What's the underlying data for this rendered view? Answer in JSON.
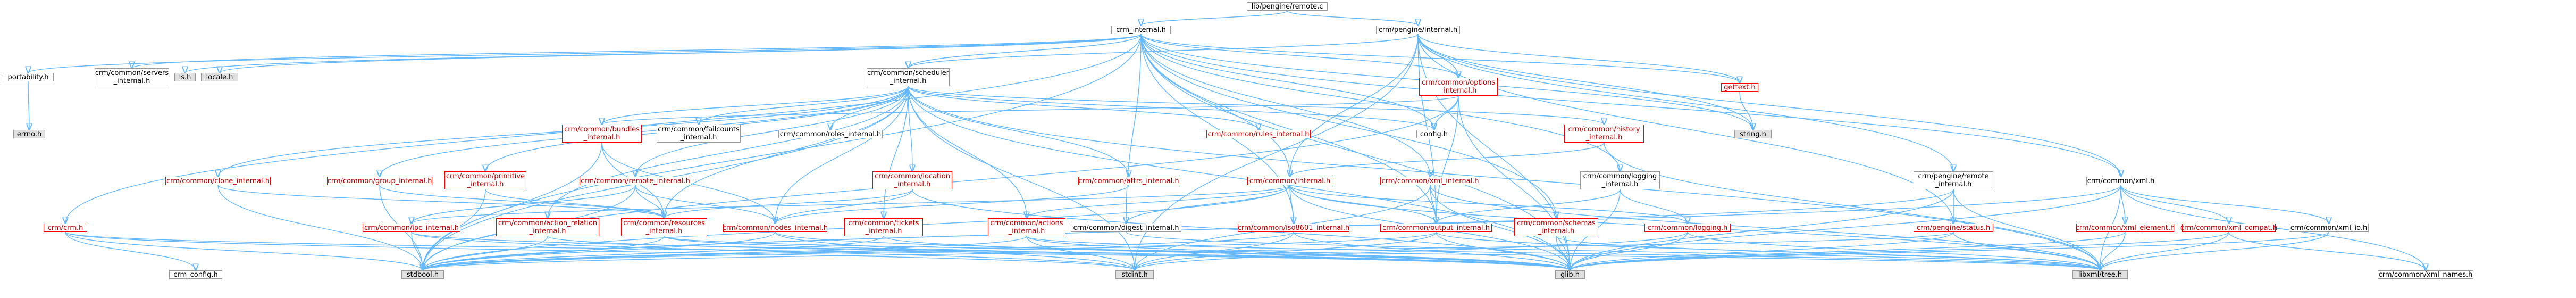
{
  "diagram": {
    "edge_color": "#63b8ff",
    "nodes": {
      "root": {
        "label": "lib/pengine/remote.c",
        "style": "root"
      },
      "crm_internal": {
        "label": "crm_internal.h",
        "style": "normal"
      },
      "pengine_internal": {
        "label": "crm/pengine/internal.h",
        "style": "normal"
      },
      "portability": {
        "label": "portability.h",
        "style": "normal"
      },
      "serverrors": {
        "label": "crm/common/servers\n_internal.h",
        "style": "red"
      },
      "ls": {
        "label": "ls.h",
        "style": "gray"
      },
      "locale": {
        "label": "locale.h",
        "style": "gray"
      },
      "scheduler_internal": {
        "label": "crm/common/scheduler\n_internal.h",
        "style": "normal"
      },
      "options_internal": {
        "label": "crm/common/options\n_internal.h",
        "style": "red"
      },
      "gettext": {
        "label": "gettext.h",
        "style": "red"
      },
      "string": {
        "label": "string.h",
        "style": "gray"
      },
      "errno": {
        "label": "errno.h",
        "style": "gray"
      },
      "bundles_internal": {
        "label": "crm/common/bundles\n_internal.h",
        "style": "red"
      },
      "failcounts_internal": {
        "label": "crm/common/failcounts\n_internal.h",
        "style": "normal"
      },
      "roles_internal": {
        "label": "crm/common/roles_internal.h",
        "style": "normal"
      },
      "rules_internal": {
        "label": "crm/common/rules_internal.h",
        "style": "red"
      },
      "config": {
        "label": "config.h",
        "style": "normal"
      },
      "history_internal": {
        "label": "crm/common/history\n_internal.h",
        "style": "red"
      },
      "primitive_internal": {
        "label": "crm/common/primitive\n_internal.h",
        "style": "red"
      },
      "clone_internal": {
        "label": "crm/common/clone_internal.h",
        "style": "red"
      },
      "group_internal": {
        "label": "crm/common/group_internal.h",
        "style": "red"
      },
      "remote_internal": {
        "label": "crm/common/remote_internal.h",
        "style": "red"
      },
      "location_internal": {
        "label": "crm/common/location\n_internal.h",
        "style": "red"
      },
      "attrs_internal": {
        "label": "crm/common/attrs_internal.h",
        "style": "red"
      },
      "common_internal": {
        "label": "crm/common/internal.h",
        "style": "red"
      },
      "xml_internal": {
        "label": "crm/common/xml_internal.h",
        "style": "red"
      },
      "logging_internal": {
        "label": "crm/common/logging\n_internal.h",
        "style": "normal"
      },
      "remote_internal_pe": {
        "label": "crm/pengine/remote\n_internal.h",
        "style": "normal"
      },
      "xml": {
        "label": "crm/common/xml.h",
        "style": "normal"
      },
      "crm_h": {
        "label": "crm/crm.h",
        "style": "red"
      },
      "ipc_internal": {
        "label": "crm/common/ipc_internal.h",
        "style": "red"
      },
      "action_relation": {
        "label": "crm/common/action_relation\n_internal.h",
        "style": "red"
      },
      "resources_internal": {
        "label": "crm/common/resources\n_internal.h",
        "style": "red"
      },
      "nodes_internal": {
        "label": "crm/common/nodes_internal.h",
        "style": "red"
      },
      "tickets_internal": {
        "label": "crm/common/tickets\n_internal.h",
        "style": "red"
      },
      "actions_internal": {
        "label": "crm/common/actions\n_internal.h",
        "style": "red"
      },
      "digest_internal": {
        "label": "crm/common/digest_internal.h",
        "style": "normal"
      },
      "iso8601_internal": {
        "label": "crm/common/iso8601_internal.h",
        "style": "red"
      },
      "output_internal": {
        "label": "crm/common/output_internal.h",
        "style": "red"
      },
      "schemas_internal": {
        "label": "crm/common/schemas\n_internal.h",
        "style": "red"
      },
      "logging": {
        "label": "crm/common/logging.h",
        "style": "red"
      },
      "status": {
        "label": "crm/pengine/status.h",
        "style": "red"
      },
      "xml_element": {
        "label": "crm/common/xml_element.h",
        "style": "red"
      },
      "xml_compat": {
        "label": "crm/common/xml_compat.h",
        "style": "red"
      },
      "xml_io": {
        "label": "crm/common/xml_io.h",
        "style": "normal"
      },
      "crm_config": {
        "label": "crm_config.h",
        "style": "normal"
      },
      "stdbool": {
        "label": "stdbool.h",
        "style": "gray"
      },
      "stdint": {
        "label": "stdint.h",
        "style": "gray"
      },
      "glib": {
        "label": "glib.h",
        "style": "gray"
      },
      "libxml_tree": {
        "label": "libxml/tree.h",
        "style": "gray"
      },
      "xml_names": {
        "label": "crm/common/xml_names.h",
        "style": "normal"
      }
    },
    "edges": [
      [
        "root",
        "crm_internal"
      ],
      [
        "root",
        "pengine_internal"
      ],
      [
        "crm_internal",
        "portability"
      ],
      [
        "crm_internal",
        "serverrors"
      ],
      [
        "crm_internal",
        "ls"
      ],
      [
        "crm_internal",
        "locale"
      ],
      [
        "crm_internal",
        "scheduler_internal"
      ],
      [
        "crm_internal",
        "options_internal"
      ],
      [
        "crm_internal",
        "gettext"
      ],
      [
        "crm_internal",
        "string"
      ],
      [
        "crm_internal",
        "crm_h"
      ],
      [
        "crm_internal",
        "common_internal"
      ],
      [
        "crm_internal",
        "xml"
      ],
      [
        "crm_internal",
        "stdbool"
      ],
      [
        "crm_internal",
        "glib"
      ],
      [
        "crm_internal",
        "config"
      ],
      [
        "crm_internal",
        "logging_internal"
      ],
      [
        "crm_internal",
        "xml_internal"
      ],
      [
        "crm_internal",
        "digest_internal"
      ],
      [
        "crm_internal",
        "iso8601_internal"
      ],
      [
        "crm_internal",
        "output_internal"
      ],
      [
        "crm_internal",
        "schemas_internal"
      ],
      [
        "pengine_internal",
        "scheduler_internal"
      ],
      [
        "pengine_internal",
        "options_internal"
      ],
      [
        "pengine_internal",
        "gettext"
      ],
      [
        "pengine_internal",
        "string"
      ],
      [
        "pengine_internal",
        "xml"
      ],
      [
        "pengine_internal",
        "remote_internal_pe"
      ],
      [
        "pengine_internal",
        "status"
      ],
      [
        "pengine_internal",
        "common_internal"
      ],
      [
        "pengine_internal",
        "glib"
      ],
      [
        "pengine_internal",
        "stdint"
      ],
      [
        "pengine_internal",
        "output_internal"
      ],
      [
        "portability",
        "errno"
      ],
      [
        "scheduler_internal",
        "bundles_internal"
      ],
      [
        "scheduler_internal",
        "failcounts_internal"
      ],
      [
        "scheduler_internal",
        "roles_internal"
      ],
      [
        "scheduler_internal",
        "rules_internal"
      ],
      [
        "scheduler_internal",
        "config"
      ],
      [
        "scheduler_internal",
        "history_internal"
      ],
      [
        "scheduler_internal",
        "primitive_internal"
      ],
      [
        "scheduler_internal",
        "clone_internal"
      ],
      [
        "scheduler_internal",
        "group_internal"
      ],
      [
        "scheduler_internal",
        "remote_internal"
      ],
      [
        "scheduler_internal",
        "location_internal"
      ],
      [
        "scheduler_internal",
        "attrs_internal"
      ],
      [
        "scheduler_internal",
        "action_relation"
      ],
      [
        "scheduler_internal",
        "resources_internal"
      ],
      [
        "scheduler_internal",
        "nodes_internal"
      ],
      [
        "scheduler_internal",
        "tickets_internal"
      ],
      [
        "scheduler_internal",
        "actions_internal"
      ],
      [
        "scheduler_internal",
        "stdbool"
      ],
      [
        "scheduler_internal",
        "glib"
      ],
      [
        "scheduler_internal",
        "libxml_tree"
      ],
      [
        "scheduler_internal",
        "stdint"
      ],
      [
        "options_internal",
        "config"
      ],
      [
        "options_internal",
        "bundles_internal"
      ],
      [
        "options_internal",
        "glib"
      ],
      [
        "options_internal",
        "stdbool"
      ],
      [
        "options_internal",
        "output_internal"
      ],
      [
        "gettext",
        "string"
      ],
      [
        "bundles_internal",
        "resources_internal"
      ],
      [
        "bundles_internal",
        "nodes_internal"
      ],
      [
        "bundles_internal",
        "stdbool"
      ],
      [
        "history_internal",
        "common_internal"
      ],
      [
        "history_internal",
        "libxml_tree"
      ],
      [
        "primitive_internal",
        "resources_internal"
      ],
      [
        "primitive_internal",
        "stdbool"
      ],
      [
        "clone_internal",
        "resources_internal"
      ],
      [
        "clone_internal",
        "stdbool"
      ],
      [
        "group_internal",
        "resources_internal"
      ],
      [
        "group_internal",
        "stdbool"
      ],
      [
        "remote_internal",
        "ipc_internal"
      ],
      [
        "remote_internal",
        "resources_internal"
      ],
      [
        "remote_internal",
        "nodes_internal"
      ],
      [
        "remote_internal",
        "stdbool"
      ],
      [
        "location_internal",
        "nodes_internal"
      ],
      [
        "location_internal",
        "resources_internal"
      ],
      [
        "location_internal",
        "glib"
      ],
      [
        "attrs_internal",
        "nodes_internal"
      ],
      [
        "common_internal",
        "output_internal"
      ],
      [
        "common_internal",
        "ipc_internal"
      ],
      [
        "common_internal",
        "actions_internal"
      ],
      [
        "common_internal",
        "digest_internal"
      ],
      [
        "common_internal",
        "iso8601_internal"
      ],
      [
        "common_internal",
        "logging"
      ],
      [
        "common_internal",
        "glib"
      ],
      [
        "common_internal",
        "stdbool"
      ],
      [
        "common_internal",
        "libxml_tree"
      ],
      [
        "xml_internal",
        "output_internal"
      ],
      [
        "xml_internal",
        "libxml_tree"
      ],
      [
        "xml_internal",
        "glib"
      ],
      [
        "xml_internal",
        "stdint"
      ],
      [
        "logging_internal",
        "output_internal"
      ],
      [
        "logging_internal",
        "logging"
      ],
      [
        "logging_internal",
        "glib"
      ],
      [
        "remote_internal_pe",
        "status"
      ],
      [
        "remote_internal_pe",
        "libxml_tree"
      ],
      [
        "remote_internal_pe",
        "glib"
      ],
      [
        "remote_internal_pe",
        "stdbool"
      ],
      [
        "xml",
        "xml_element"
      ],
      [
        "xml",
        "xml_compat"
      ],
      [
        "xml",
        "xml_io"
      ],
      [
        "xml",
        "xml_names"
      ],
      [
        "xml",
        "libxml_tree"
      ],
      [
        "xml",
        "glib"
      ],
      [
        "xml",
        "stdbool"
      ],
      [
        "crm_h",
        "crm_config"
      ],
      [
        "crm_h",
        "stdbool"
      ],
      [
        "crm_h",
        "stdint"
      ],
      [
        "crm_h",
        "glib"
      ],
      [
        "ipc_internal",
        "stdbool"
      ],
      [
        "ipc_internal",
        "stdint"
      ],
      [
        "ipc_internal",
        "glib"
      ],
      [
        "action_relation",
        "stdbool"
      ],
      [
        "action_relation",
        "glib"
      ],
      [
        "resources_internal",
        "stdbool"
      ],
      [
        "resources_internal",
        "glib"
      ],
      [
        "resources_internal",
        "libxml_tree"
      ],
      [
        "nodes_internal",
        "stdbool"
      ],
      [
        "nodes_internal",
        "glib"
      ],
      [
        "nodes_internal",
        "stdint"
      ],
      [
        "tickets_internal",
        "stdbool"
      ],
      [
        "tickets_internal",
        "glib"
      ],
      [
        "actions_internal",
        "stdbool"
      ],
      [
        "actions_internal",
        "stdint"
      ],
      [
        "actions_internal",
        "glib"
      ],
      [
        "actions_internal",
        "libxml_tree"
      ],
      [
        "digest_internal",
        "libxml_tree"
      ],
      [
        "iso8601_internal",
        "stdbool"
      ],
      [
        "iso8601_internal",
        "stdint"
      ],
      [
        "iso8601_internal",
        "glib"
      ],
      [
        "output_internal",
        "stdbool"
      ],
      [
        "output_internal",
        "stdint"
      ],
      [
        "output_internal",
        "glib"
      ],
      [
        "output_internal",
        "libxml_tree"
      ],
      [
        "schemas_internal",
        "glib"
      ],
      [
        "schemas_internal",
        "libxml_tree"
      ],
      [
        "logging",
        "glib"
      ],
      [
        "logging",
        "stdint"
      ],
      [
        "logging",
        "libxml_tree"
      ],
      [
        "status",
        "glib"
      ],
      [
        "status",
        "stdbool"
      ],
      [
        "status",
        "libxml_tree"
      ],
      [
        "xml_element",
        "libxml_tree"
      ],
      [
        "xml_element",
        "glib"
      ],
      [
        "xml_compat",
        "glib"
      ],
      [
        "xml_compat",
        "libxml_tree"
      ],
      [
        "xml_compat",
        "xml_names"
      ],
      [
        "xml_io",
        "libxml_tree"
      ],
      [
        "xml_io",
        "glib"
      ]
    ]
  }
}
